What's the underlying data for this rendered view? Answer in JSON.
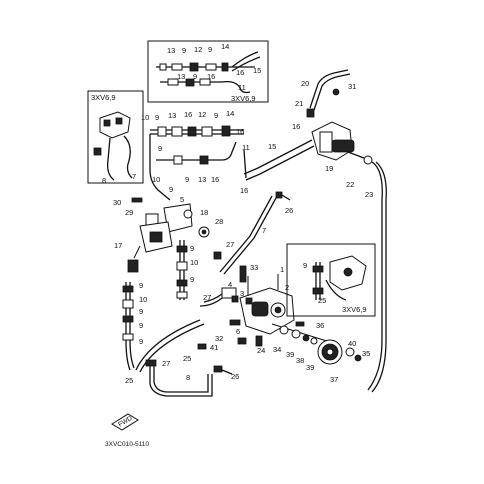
{
  "variant_labels": {
    "top_inset": "3XV6,9",
    "left_inset": "3XV6,9",
    "right_inset": "3XV6,9"
  },
  "direction_badge": "FWD",
  "diagram_code": "3XVC010-5110",
  "callouts": {
    "c13a": "13",
    "c9a": "9",
    "c12a": "12",
    "c9b": "9",
    "c14a": "14",
    "c16a": "16",
    "c15a": "15",
    "c13b": "13",
    "c9c": "9",
    "c16b": "16",
    "c11a": "11",
    "c20": "20",
    "c31": "31",
    "c21": "21",
    "c10a": "10",
    "c9d": "9",
    "c13c": "13",
    "c16c": "16",
    "c12b": "12",
    "c9e": "9",
    "c14b": "14",
    "c16d": "16",
    "c16e": "16",
    "c11b": "11",
    "c15b": "15",
    "c19": "19",
    "c22": "22",
    "c23": "23",
    "c9f": "9",
    "c9g": "9",
    "c13d": "13",
    "c16f": "16",
    "c16g": "16",
    "c8": "8",
    "c7a": "7",
    "c10b": "10",
    "c9h": "9",
    "c30": "30",
    "c5": "5",
    "c29": "29",
    "c26a": "26",
    "c18": "18",
    "c28": "28",
    "c7b": "7",
    "c17": "17",
    "c27a": "27",
    "c9i": "9",
    "c10c": "10",
    "c9j": "9",
    "c33": "33",
    "c1": "1",
    "c9k": "9",
    "c10d": "10",
    "c9l": "9",
    "c9m": "9",
    "c4": "4",
    "c27b": "27",
    "c3": "3",
    "c2": "2",
    "c9n": "9",
    "c25a": "25",
    "c9o": "9",
    "c6": "6",
    "c32": "32",
    "c24": "24",
    "c34": "34",
    "c36": "36",
    "c39a": "39",
    "c38": "38",
    "c39b": "39",
    "c40": "40",
    "c35": "35",
    "c37": "37",
    "c41": "41",
    "c25b": "25",
    "c27c": "27",
    "c25c": "25",
    "c8b": "8",
    "c26b": "26"
  }
}
